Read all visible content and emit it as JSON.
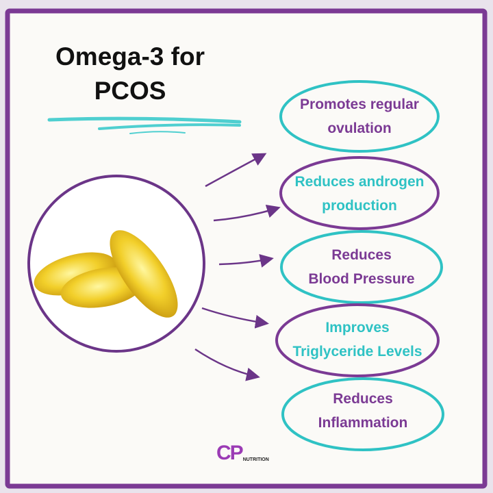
{
  "title": "Omega-3 for PCOS",
  "title_lines": [
    "Omega-3 for",
    "PCOS"
  ],
  "benefits": [
    {
      "lines": [
        "Promotes regular",
        "ovulation"
      ],
      "text_color": "#7b3a94",
      "ring_color": "#2fc2c4"
    },
    {
      "lines": [
        "Reduces androgen",
        "production"
      ],
      "text_color": "#2fc2c4",
      "ring_color": "#7b3a94"
    },
    {
      "lines": [
        "Reduces",
        "Blood Pressure"
      ],
      "text_color": "#7b3a94",
      "ring_color": "#2fc2c4"
    },
    {
      "lines": [
        "Improves",
        "Triglyceride Levels"
      ],
      "text_color": "#2fc2c4",
      "ring_color": "#7b3a94"
    },
    {
      "lines": [
        "Reduces",
        "Inflammation"
      ],
      "text_color": "#7b3a94",
      "ring_color": "#2fc2c4"
    }
  ],
  "image": "omega-3-capsules",
  "logo": {
    "main": "CP",
    "sub": "NUTRITION"
  },
  "colors": {
    "purple": "#7b3a94",
    "teal": "#2fc2c4",
    "background": "#fbfaf7"
  }
}
